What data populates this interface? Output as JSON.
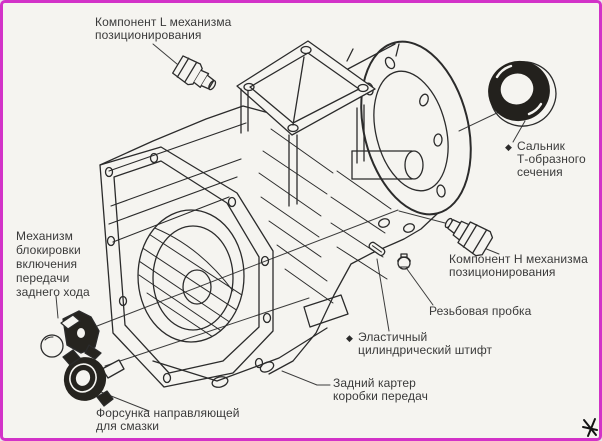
{
  "page": {
    "background_color": "#f5f4f0",
    "border_color": "#d232c8",
    "ink_color": "#2b2b2b"
  },
  "diagram": {
    "type": "exploded-parts-line-drawing",
    "labels": {
      "component_l": {
        "lines": [
          "Компонент L механизма",
          "позиционирования"
        ]
      },
      "seal": {
        "bullet": "◆",
        "lines": [
          "Сальник",
          "Т-образного",
          "сечения"
        ]
      },
      "component_h": {
        "lines": [
          "Компонент Н механизма",
          "позиционирования"
        ]
      },
      "screw_plug": {
        "lines": [
          "Резьбовая пробка"
        ]
      },
      "elastic_pin": {
        "bullet": "◆",
        "lines": [
          "Эластичный",
          "цилиндрический штифт"
        ]
      },
      "rear_housing": {
        "lines": [
          "Задний картер",
          "коробки передач"
        ]
      },
      "reverse_lock": {
        "lines": [
          "Механизм",
          "блокировки",
          "включения",
          "передачи",
          "заднего хода"
        ]
      },
      "oil_nozzle": {
        "lines": [
          "Форсунка направляющей",
          "для смазки"
        ]
      }
    }
  }
}
